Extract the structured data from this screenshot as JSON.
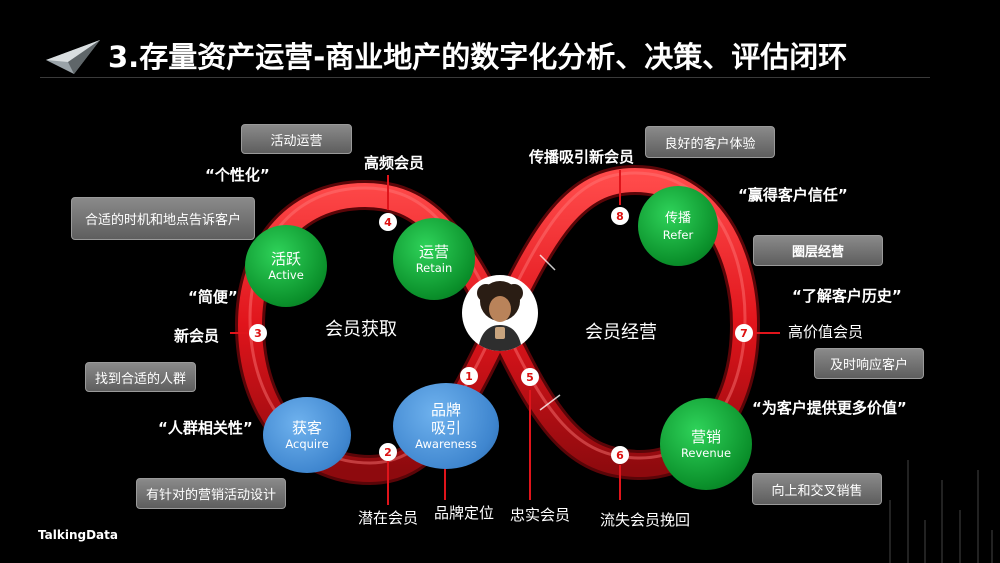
{
  "header": {
    "title": "3.存量资产运营-商业地产的数字化分析、决策、评估闭环"
  },
  "diagram": {
    "left_loop_label": "会员获取",
    "right_loop_label": "会员经营",
    "nodes": {
      "active": {
        "zh": "活跃",
        "en": "Active"
      },
      "retain": {
        "zh": "运营",
        "en": "Retain"
      },
      "acquire": {
        "zh": "获客",
        "en": "Acquire"
      },
      "awareness": {
        "zh1": "品牌",
        "zh2": "吸引",
        "en": "Awareness"
      },
      "refer": {
        "zh": "传播",
        "en": "Refer"
      },
      "revenue": {
        "zh": "营销",
        "en": "Revenue"
      }
    },
    "steps": [
      "1",
      "2",
      "3",
      "4",
      "5",
      "6",
      "7",
      "8"
    ],
    "labels": {
      "high_freq": "高频会员",
      "new_member": "新会员",
      "potential": "潜在会员",
      "brand_pos": "品牌定位",
      "loyal": "忠实会员",
      "churn": "流失会员挽回",
      "high_value": "高价值会员",
      "spread_new": "传播吸引新会员"
    },
    "quotes": {
      "personal": "“个性化”",
      "convenient": "“简便”",
      "relevance": "“人群相关性”",
      "trust": "“赢得客户信任”",
      "history": "“了解客户历史”",
      "value": "“为客户提供更多价值”"
    },
    "boxes": {
      "campaign": "活动运营",
      "timing": "合适的时机和地点告诉客户",
      "find_crowd": "找到合适的人群",
      "targeted": "有针对的营销活动设计",
      "experience": "良好的客户体验",
      "circle": "圈层经营",
      "respond": "及时响应客户",
      "upsell": "向上和交叉销售"
    }
  },
  "footer": {
    "brand": "TalkingData"
  },
  "colors": {
    "loop_red": "#e0141b",
    "green": "#0a8f2a",
    "blue": "#3f86cf"
  }
}
